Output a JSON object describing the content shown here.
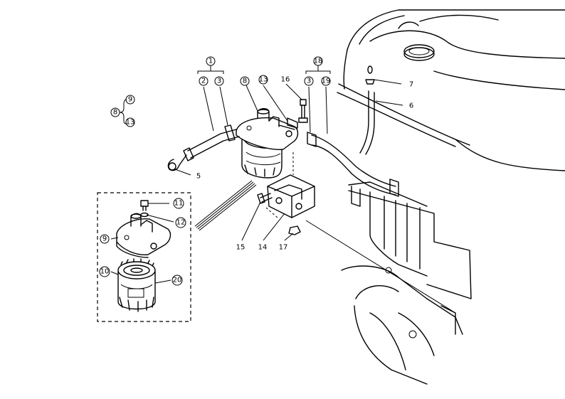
{
  "callouts": {
    "c1": "1",
    "c2": "2",
    "c3a": "3",
    "c3b": "3",
    "c5": "5",
    "c6": "6",
    "c7": "7",
    "c8a": "8",
    "c8b": "8",
    "c9a": "9",
    "c9b": "9",
    "c10": "10",
    "c11": "11",
    "c12": "12",
    "c13a": "13",
    "c13b": "13",
    "c14": "14",
    "c15": "15",
    "c16": "16",
    "c17": "17",
    "c18": "18",
    "c19": "19",
    "c20": "20"
  }
}
